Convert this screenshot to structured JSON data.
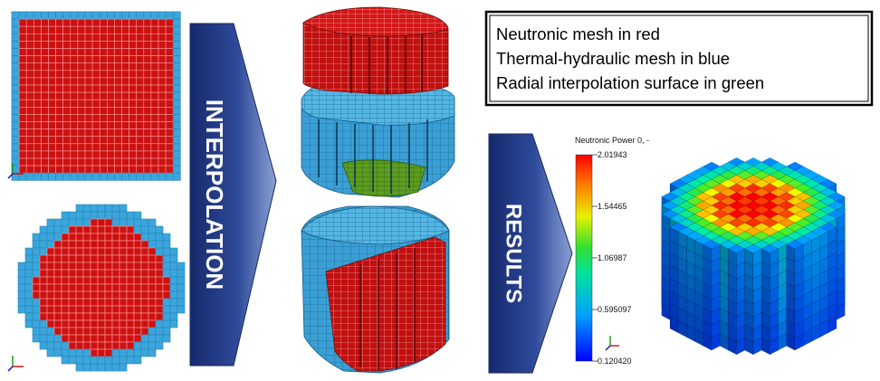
{
  "arrow_labels": {
    "interpolation": "INTERPOLATION",
    "results": "RESULTS"
  },
  "legend_box": {
    "lines": [
      "Neutronic mesh in red",
      "Thermal-hydraulic mesh in blue",
      "Radial interpolation surface in green"
    ]
  },
  "colorbar": {
    "title": "Neutronic Power 0, -",
    "ticks": [
      "2.01943",
      "1.54465",
      "1.06987",
      "0.595097",
      "0.120420"
    ],
    "max": 2.01943,
    "min": 0.12042
  },
  "colors": {
    "neutronic_red": "#cc1111",
    "thermal_blue": "#3aa6dc",
    "interp_green": "#5a9a1e",
    "arrow_dark": "#1a2f78",
    "arrow_light": "#6f86c4",
    "grid_line": "#ff9a9a"
  },
  "meshes": {
    "square_grid": 23,
    "circle_grid": 23
  }
}
